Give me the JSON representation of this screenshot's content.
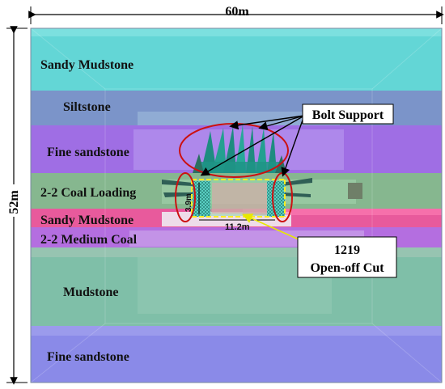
{
  "dimensions": {
    "width_label": "60m",
    "height_label": "52m",
    "cut_width_label": "11.2m",
    "cut_height_label": "3.9m"
  },
  "layers": [
    {
      "name": "Sandy Mudstone",
      "color": "#63d6d6"
    },
    {
      "name": "Siltstone",
      "color": "#7aa2cc"
    },
    {
      "name": "Fine sandstone",
      "color": "#a070e6"
    },
    {
      "name": "2-2 Coal Loading",
      "color": "#8cc29a"
    },
    {
      "name": "Sandy Mudstone",
      "color": "#ff5fa6"
    },
    {
      "name": "2-2 Medium Coal",
      "color": "#b46ee0"
    },
    {
      "name": "Mudstone",
      "color": "#79c3a3"
    },
    {
      "name": "Fine sandstone",
      "color": "#8a8ae8"
    }
  ],
  "callouts": {
    "bolt_support": "Bolt Support",
    "open_off_cut_line1": "1219",
    "open_off_cut_line2": "Open-off Cut"
  },
  "colors": {
    "ellipse": "#cc1111",
    "dash_line": "#ffee22",
    "bolt": "#1e8c80",
    "arrow_yellow": "#e8e800"
  }
}
